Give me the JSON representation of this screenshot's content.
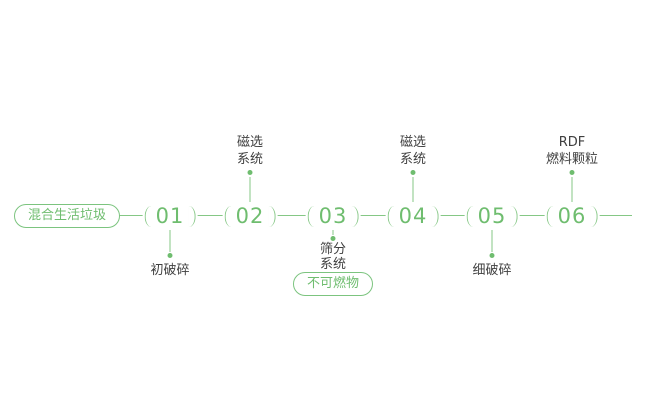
{
  "colors": {
    "accent_green": "#6fbd6f",
    "line_green": "#85c785",
    "label_text": "#3f3f3f"
  },
  "start": {
    "label": "混合生活垃圾"
  },
  "steps": [
    {
      "number": "01",
      "line1": "初破碎",
      "line2": ""
    },
    {
      "number": "02",
      "line1": "磁选",
      "line2": "系统"
    },
    {
      "number": "03",
      "line1": "筛分",
      "line2": "系统",
      "tag": "不可燃物"
    },
    {
      "number": "04",
      "line1": "磁选",
      "line2": "系统"
    },
    {
      "number": "05",
      "line1": "细破碎",
      "line2": ""
    },
    {
      "number": "06",
      "line1": "RDF",
      "line2": "燃料颗粒"
    }
  ]
}
